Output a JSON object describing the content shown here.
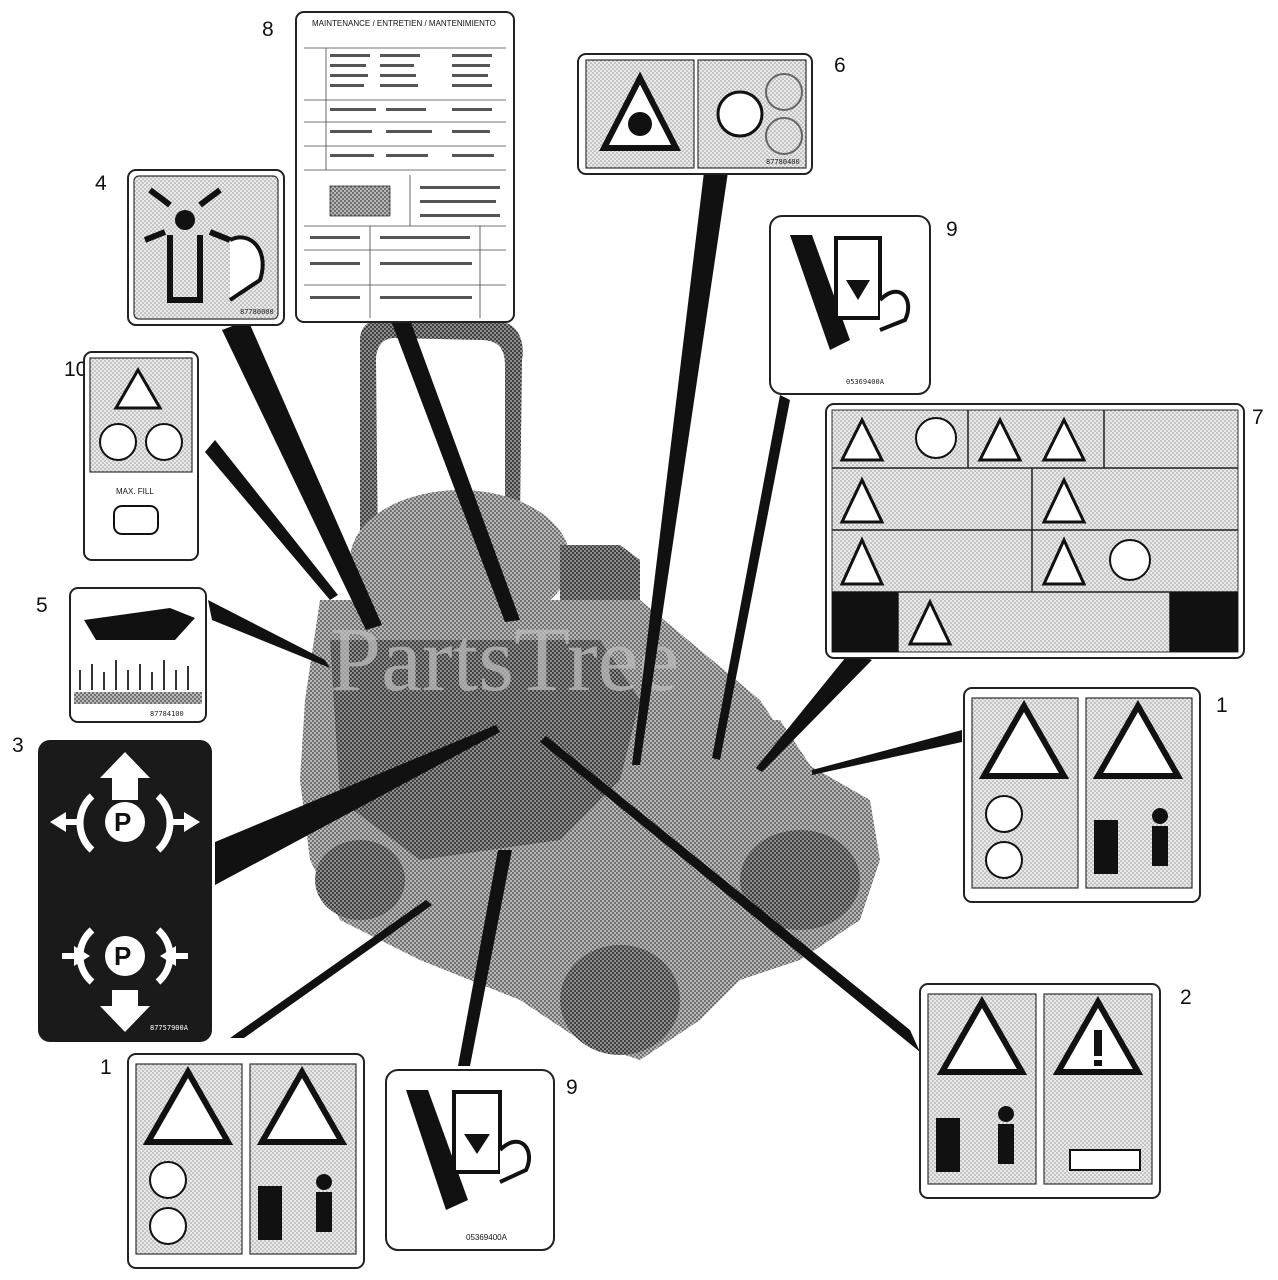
{
  "diagram": {
    "watermark": "PartsTree",
    "labels": {
      "l1a": "1",
      "l1b": "1",
      "l2": "2",
      "l3": "3",
      "l4": "4",
      "l5": "5",
      "l6": "6",
      "l7": "7",
      "l8": "8",
      "l9a": "9",
      "l9b": "9",
      "l10": "10"
    },
    "decal_text": {
      "d8_title": "MAINTENANCE / ENTRETIEN / MANTENIMIENTO",
      "d10_fill": "MAX. FILL",
      "d9_part": "05369400A",
      "d3_part": "87757900A",
      "d5_part": "87784100",
      "d4_part": "87780000",
      "d6_part": "87780400"
    }
  }
}
